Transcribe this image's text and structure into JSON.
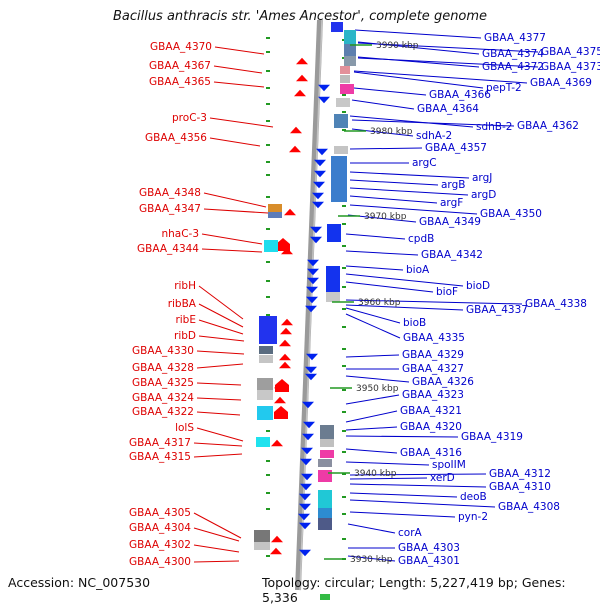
{
  "title": "Bacillus anthracis str. 'Ames Ancestor', complete genome",
  "footer": {
    "accession": "Accession: NC_007530",
    "topology": "Topology: circular; Length: 5,227,419 bp; Genes: 5,336"
  },
  "colors": {
    "left_label": "#dd0000",
    "right_label": "#0000cc",
    "forward_gene": "#ff0000",
    "reverse_gene": "#0022ee",
    "backbone": "#888888",
    "tick": "#229922"
  },
  "scale_markers": [
    "3990 kbp",
    "3980 kbp",
    "3970 kbp",
    "3960 kbp",
    "3950 kbp",
    "3940 kbp",
    "3930 kbp"
  ],
  "left_labels": [
    "GBAA_4370",
    "GBAA_4367",
    "GBAA_4365",
    "proC-3",
    "GBAA_4356",
    "GBAA_4348",
    "GBAA_4347",
    "nhaC-3",
    "GBAA_4344",
    "ribH",
    "ribBA",
    "ribE",
    "ribD",
    "GBAA_4330",
    "GBAA_4328",
    "GBAA_4325",
    "GBAA_4324",
    "GBAA_4322",
    "lolS",
    "GBAA_4317",
    "GBAA_4315",
    "GBAA_4305",
    "GBAA_4304",
    "GBAA_4302",
    "GBAA_4300"
  ],
  "right_labels": [
    "GBAA_4377",
    "GBAA_4374",
    "GBAA_4375",
    "GBAA_4372",
    "GBAA_4373",
    "pepT-2",
    "GBAA_4369",
    "GBAA_4366",
    "GBAA_4364",
    "sdhB-2",
    "GBAA_4362",
    "sdhA-2",
    "GBAA_4357",
    "argC",
    "argJ",
    "argB",
    "argD",
    "argF",
    "GBAA_4350",
    "GBAA_4349",
    "cpdB",
    "GBAA_4342",
    "bioA",
    "bioD",
    "bioF",
    "GBAA_4338",
    "GBAA_4337",
    "bioB",
    "GBAA_4335",
    "GBAA_4329",
    "GBAA_4327",
    "GBAA_4326",
    "GBAA_4323",
    "GBAA_4321",
    "GBAA_4320",
    "GBAA_4319",
    "GBAA_4316",
    "spoIIM",
    "xerD",
    "GBAA_4312",
    "GBAA_4310",
    "deoB",
    "GBAA_4308",
    "pyn-2",
    "corA",
    "GBAA_4303",
    "GBAA_4301"
  ]
}
